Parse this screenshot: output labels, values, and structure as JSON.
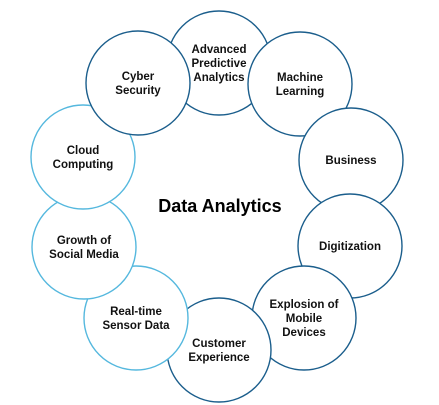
{
  "center_label": "Data Analytics",
  "colors": {
    "dark_ring": "#1b5e8c",
    "light_ring": "#55b8de",
    "fill": "#ffffff"
  },
  "nodes": [
    {
      "id": "advanced-predictive-analytics",
      "lines": [
        "Advanced",
        "Predictive",
        "Analytics"
      ],
      "ring": "dark"
    },
    {
      "id": "machine-learning",
      "lines": [
        "Machine",
        "Learning"
      ],
      "ring": "dark"
    },
    {
      "id": "business",
      "lines": [
        "Business"
      ],
      "ring": "dark"
    },
    {
      "id": "digitization",
      "lines": [
        "Digitization"
      ],
      "ring": "dark"
    },
    {
      "id": "explosion-of-mobile-devices",
      "lines": [
        "Explosion of",
        "Mobile",
        "Devices"
      ],
      "ring": "dark"
    },
    {
      "id": "customer-experience",
      "lines": [
        "Customer",
        "Experience"
      ],
      "ring": "dark"
    },
    {
      "id": "real-time-sensor-data",
      "lines": [
        "Real-time",
        "Sensor Data"
      ],
      "ring": "light"
    },
    {
      "id": "growth-of-social-media",
      "lines": [
        "Growth of",
        "Social Media"
      ],
      "ring": "light"
    },
    {
      "id": "cloud-computing",
      "lines": [
        "Cloud",
        "Computing"
      ],
      "ring": "light"
    },
    {
      "id": "cyber-security",
      "lines": [
        "Cyber",
        "Security"
      ],
      "ring": "dark"
    }
  ]
}
